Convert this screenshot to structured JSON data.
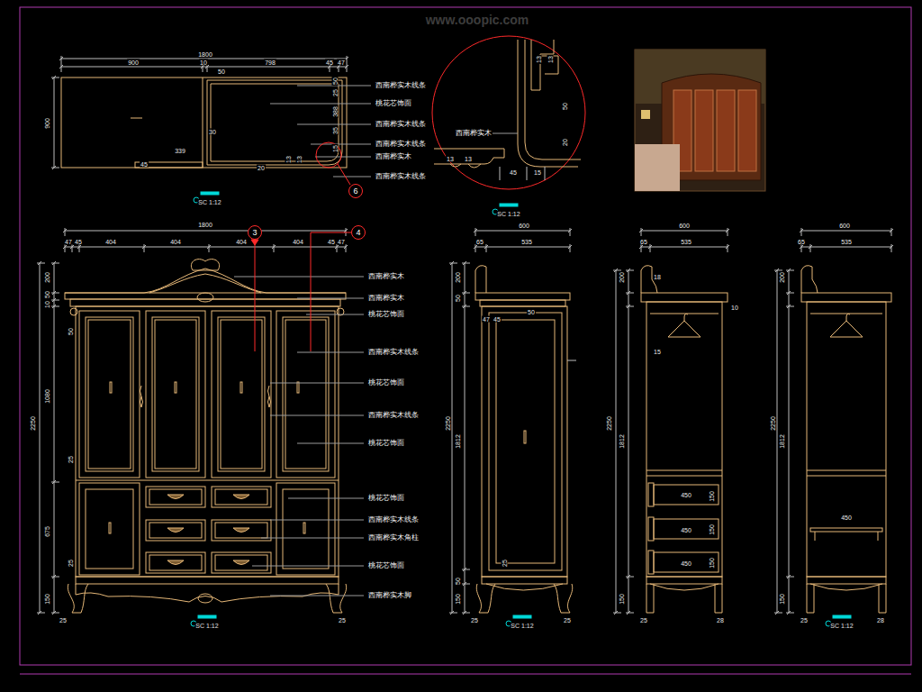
{
  "diagram": {
    "nodes": [
      {
        "text": [
          "6"
        ]
      },
      {
        "text": [
          "3"
        ]
      },
      {
        "text": [
          "4"
        ]
      }
    ],
    "labels": [
      "1800",
      "900",
      "10",
      "798",
      "45",
      "47",
      "900",
      "50",
      "50",
      "25",
      "388",
      "35",
      "15",
      "30",
      "339",
      "45",
      "20",
      "13",
      "13",
      "西南桦实木线条",
      "桃花芯饰面",
      "西南桦实木线条",
      "西南桦实木线条",
      "西南桦实木",
      "西南桦实木线条",
      "SC 1:12",
      "西南桦实木",
      "13",
      "13",
      "50",
      "20",
      "13",
      "13",
      "45",
      "15",
      "SC 1:12",
      "1800",
      "47",
      "45",
      "404",
      "404",
      "404",
      "404",
      "45",
      "47",
      "2250",
      "200",
      "50",
      "10",
      "1080",
      "675",
      "150",
      "50",
      "25",
      "25",
      "25",
      "25",
      "西南桦实木",
      "西南桦实木",
      "桃花芯饰面",
      "西南桦实木线条",
      "桃花芯饰面",
      "西南桦实木线条",
      "桃花芯饰面",
      "桃花芯饰面",
      "西南桦实木线条",
      "西南桦实木角柱",
      "桃花芯饰面",
      "西南桦实木脚",
      "SC 1:12",
      "600",
      "65",
      "535",
      "2250",
      "200",
      "50",
      "1812",
      "50",
      "150",
      "47",
      "45",
      "50",
      "25",
      "25",
      "25",
      "SC 1:12",
      "600",
      "65",
      "535",
      "2250",
      "200",
      "1812",
      "150",
      "18",
      "10",
      "15",
      "450",
      "150",
      "450",
      "150",
      "450",
      "150",
      "25",
      "28",
      "600",
      "65",
      "535",
      "2250",
      "200",
      "1812",
      "150",
      "450",
      "25",
      "28",
      "SC 1:12",
      "www.ooopic.com"
    ]
  }
}
